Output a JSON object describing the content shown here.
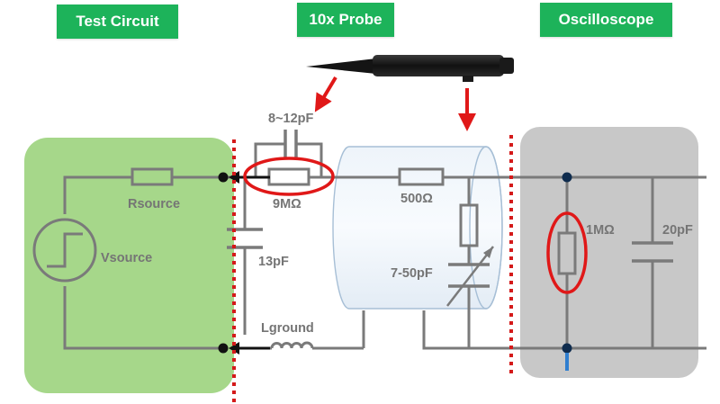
{
  "headers": {
    "test_circuit": "Test Circuit",
    "probe": "10x Probe",
    "oscilloscope": "Oscilloscope"
  },
  "components": {
    "rsource": "Rsource",
    "vsource": "Vsource",
    "tip_capacitance": "8~12pF",
    "tip_resistor": "9MΩ",
    "cable_resistor": "500Ω",
    "ground_capacitance": "13pF",
    "lground": "Lground",
    "comp_capacitance": "7-50pF",
    "scope_resistor": "1MΩ",
    "scope_capacitance": "20pF"
  },
  "colors": {
    "label_green": "#1db35a",
    "test_bg": "#a6d78a",
    "scope_bg": "#c8c8c8",
    "wire": "#7a7a7a",
    "highlight": "#e01818",
    "ground_stub": "#2f7fd0"
  },
  "icons": {
    "probe": "probe-icon",
    "source": "step-voltage-source-icon"
  }
}
